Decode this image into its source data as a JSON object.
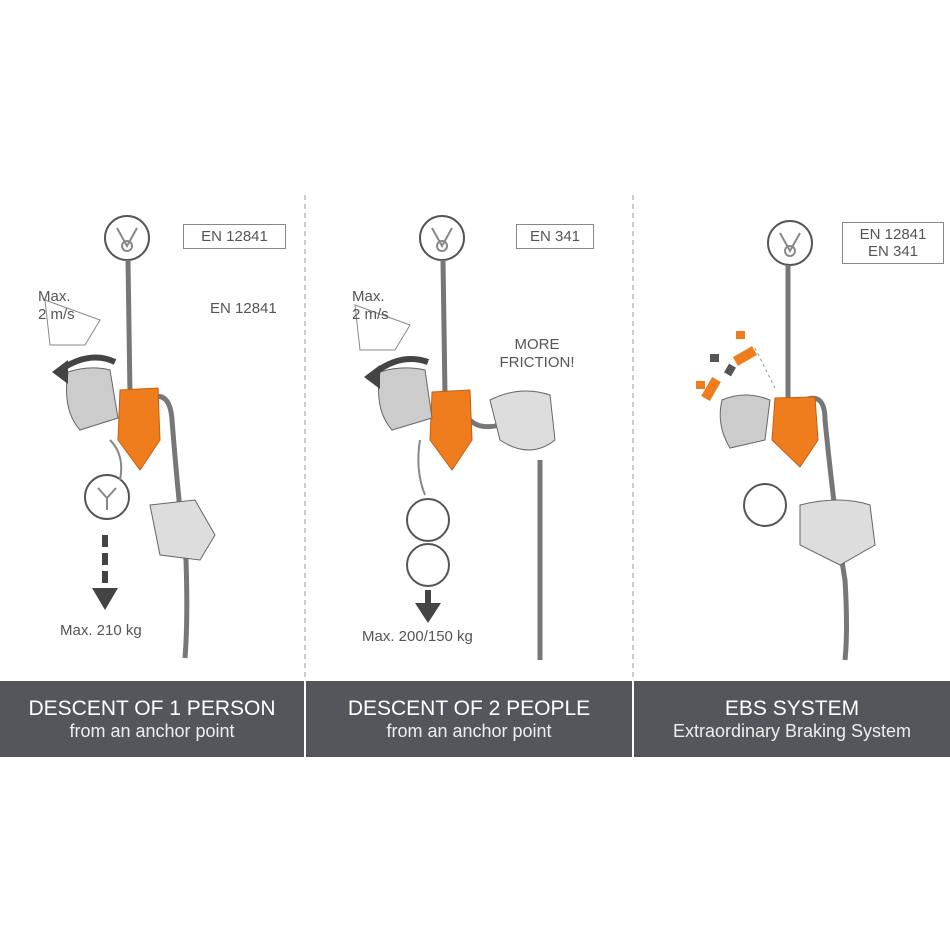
{
  "colors": {
    "accent": "#f07d1d",
    "banner": "#54565b",
    "line": "#777777"
  },
  "panels": [
    {
      "standard_box": "EN 12841",
      "standard_label": "EN 12841",
      "speed_label_1": "Max.",
      "speed_label_2": "2 m/s",
      "load_label": "Max. 210 kg",
      "title": "DESCENT OF 1 PERSON",
      "subtitle": "from an anchor point"
    },
    {
      "standard_box": "EN 341",
      "speed_label_1": "Max.",
      "speed_label_2": "2 m/s",
      "friction_1": "MORE",
      "friction_2": "FRICTION!",
      "load_label": "Max. 200/150 kg",
      "title": "DESCENT OF 2 PEOPLE",
      "subtitle": "from an anchor point"
    },
    {
      "standard_box_1": "EN 12841",
      "standard_box_2": "EN 341",
      "title": "EBS SYSTEM",
      "subtitle": "Extraordinary Braking System"
    }
  ]
}
